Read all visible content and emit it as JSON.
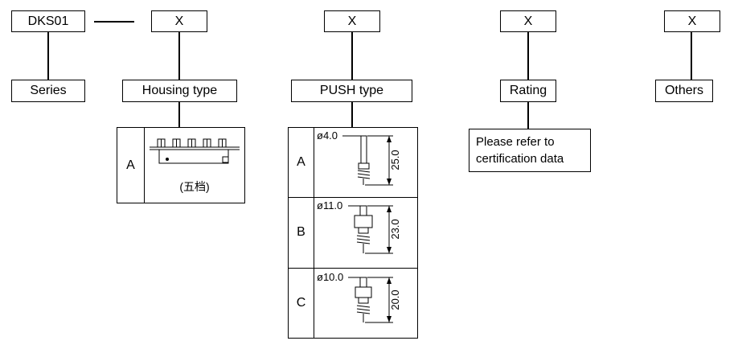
{
  "top_row": {
    "series_code": "DKS01",
    "placeholders": [
      "X",
      "X",
      "X",
      "X"
    ]
  },
  "category_labels": {
    "series": "Series",
    "housing_type": "Housing type",
    "push_type": "PUSH type",
    "rating": "Rating",
    "others": "Others"
  },
  "housing_detail": {
    "option": "A",
    "caption": "(五档)"
  },
  "push_detail": {
    "rows": [
      {
        "option": "A",
        "diameter": "ø4.0",
        "height": "25.0"
      },
      {
        "option": "B",
        "diameter": "ø11.0",
        "height": "23.0"
      },
      {
        "option": "C",
        "diameter": "ø10.0",
        "height": "20.0"
      }
    ]
  },
  "rating_detail": {
    "lines": [
      "Please refer to",
      "certification data"
    ]
  }
}
